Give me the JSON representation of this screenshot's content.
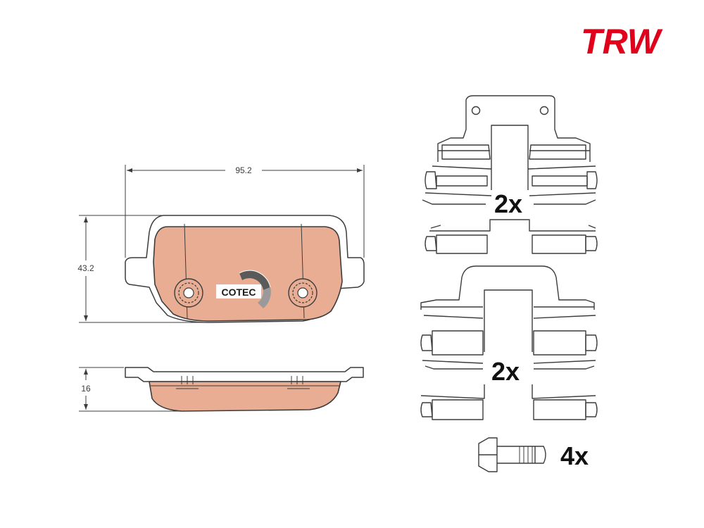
{
  "brand": {
    "logo_text": "TRW",
    "logo_color": "#e0001b"
  },
  "dimensions": {
    "width": "95.2",
    "height": "43.2",
    "thickness": "16"
  },
  "pad": {
    "face_color": "#e8ad92",
    "badge_text": "COTEC"
  },
  "kit": {
    "upper_clip_quantity": "2x",
    "lower_clip_quantity": "2x",
    "bolt_quantity": "4x"
  }
}
